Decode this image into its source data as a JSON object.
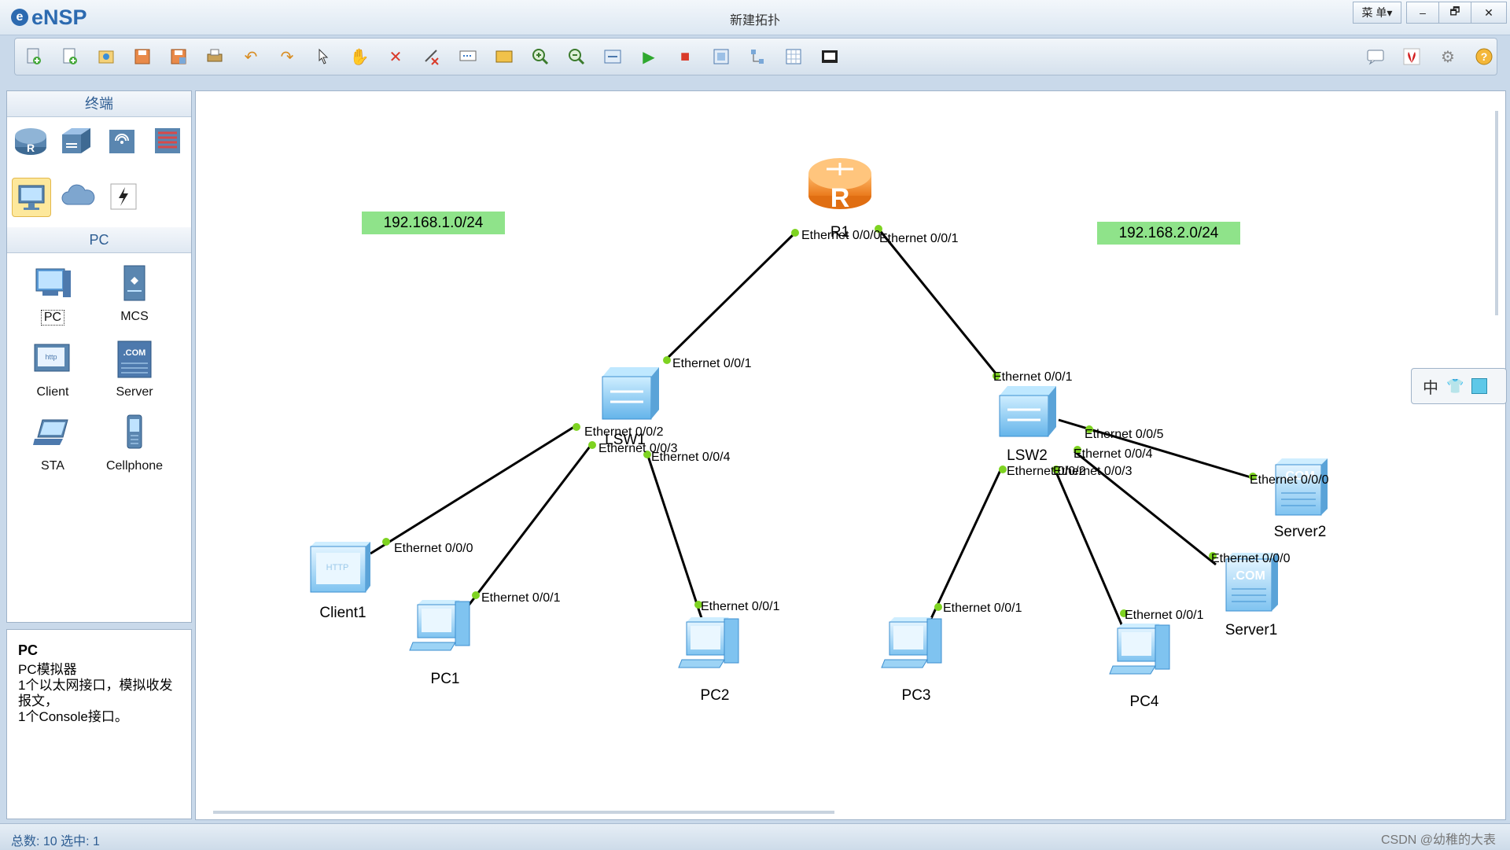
{
  "app": {
    "name": "eNSP",
    "window_title": "新建拓扑",
    "menu_label": "菜 单▾"
  },
  "window_controls": {
    "minimize": "–",
    "restore": "🗗",
    "close": "✕"
  },
  "toolbar": {
    "buttons": [
      "new-topology-icon",
      "new-icon",
      "open-icon",
      "save-icon",
      "save-as-icon",
      "print-icon",
      "undo-icon",
      "redo-icon",
      "select-icon",
      "pan-hand-icon",
      "delete-icon",
      "delete-link-icon",
      "text-label-icon",
      "rectangle-icon",
      "zoom-in-icon",
      "zoom-out-icon",
      "fit-window-icon",
      "start-device-icon",
      "stop-device-icon",
      "capture-icon",
      "topology-icon",
      "grid-icon",
      "screenshot-icon"
    ],
    "right_buttons": [
      "chat-icon",
      "huawei-icon",
      "settings-icon",
      "help-icon"
    ]
  },
  "sidebar": {
    "section_terminal": "终端",
    "terminal_icons": [
      "router-icon",
      "switch-icon",
      "wireless-icon",
      "firewall-icon",
      "pc-terminal-icon",
      "cloud-icon",
      "link-icon"
    ],
    "section_pc": "PC",
    "pc_devices": [
      {
        "label": "PC",
        "icon": "pc-icon"
      },
      {
        "label": "MCS",
        "icon": "mcs-icon"
      },
      {
        "label": "Client",
        "icon": "client-icon"
      },
      {
        "label": "Server",
        "icon": "server-icon"
      },
      {
        "label": "STA",
        "icon": "laptop-icon"
      },
      {
        "label": "Cellphone",
        "icon": "cellphone-icon"
      }
    ]
  },
  "description": {
    "title": "PC",
    "body": "PC模拟器\n1个以太网接口，模拟收发报文，\n1个Console接口。"
  },
  "topology": {
    "subnet_labels": [
      "192.168.1.0/24",
      "192.168.2.0/24"
    ],
    "devices": {
      "r1": "R1",
      "lsw1": "LSW1",
      "lsw2": "LSW2",
      "client1": "Client1",
      "pc1": "PC1",
      "pc2": "PC2",
      "pc3": "PC3",
      "pc4": "PC4",
      "server1": "Server1",
      "server2": "Server2"
    },
    "ports": {
      "r1_e00": "Ethernet 0/0/0",
      "r1_e01": "Ethernet 0/0/1",
      "lsw1_e01": "Ethernet 0/0/1",
      "lsw1_e02": "Ethernet 0/0/2",
      "lsw1_e03": "Ethernet 0/0/3",
      "lsw1_e04": "Ethernet 0/0/4",
      "client1_e00": "Ethernet 0/0/0",
      "pc1_e01": "Ethernet 0/0/1",
      "pc2_e01": "Ethernet 0/0/1",
      "lsw2_e01": "Ethernet 0/0/1",
      "lsw2_e02": "Ethernet 0/0/2",
      "lsw2_e03": "Ethernet 0/0/3",
      "lsw2_e04": "Ethernet 0/0/4",
      "lsw2_e05": "Ethernet 0/0/5",
      "pc3_e01": "Ethernet 0/0/1",
      "pc4_e01": "Ethernet 0/0/1",
      "server1_e00": "Ethernet 0/0/0",
      "server2_e00": "Ethernet 0/0/0"
    }
  },
  "ime": {
    "label": "中"
  },
  "status": {
    "text": "总数: 10 选中: 1",
    "watermark": "CSDN @幼稚的大表"
  }
}
